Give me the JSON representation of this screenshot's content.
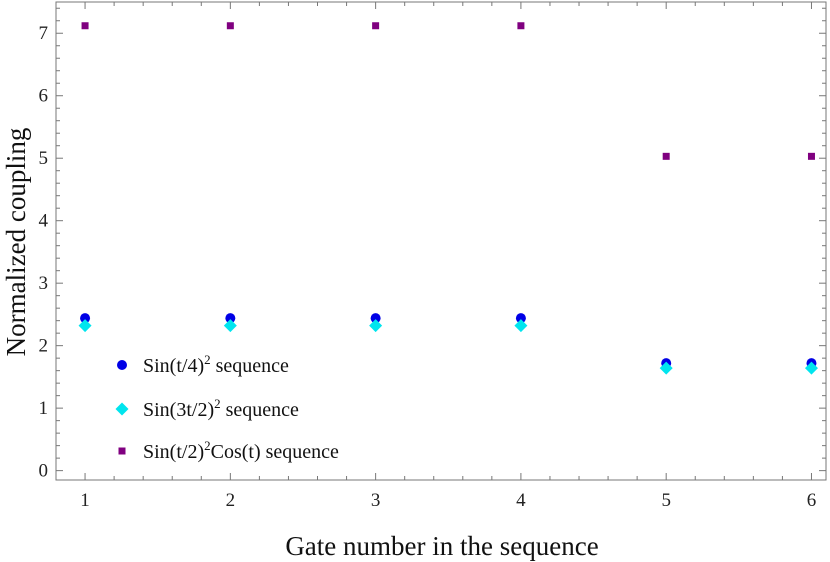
{
  "chart_data": {
    "type": "scatter",
    "xlabel": "Gate number in the sequence",
    "ylabel": "Normalized coupling",
    "xlim": [
      0.8,
      6.1
    ],
    "ylim": [
      -0.15,
      7.5
    ],
    "x_ticks": [
      1,
      2,
      3,
      4,
      5,
      6
    ],
    "y_ticks": [
      0,
      1,
      2,
      3,
      4,
      5,
      6,
      7
    ],
    "grid": false,
    "legend_position": "bottom-left",
    "series": [
      {
        "name_parts": [
          "Sin(t/4)",
          "2",
          " sequence"
        ],
        "marker": "circle",
        "color": "#0000e6",
        "x": [
          1,
          2,
          3,
          4,
          5,
          6
        ],
        "y": [
          2.44,
          2.44,
          2.44,
          2.44,
          1.72,
          1.72
        ]
      },
      {
        "name_parts": [
          "Sin(3t/2)",
          "2",
          " sequence"
        ],
        "marker": "diamond",
        "color": "#00e5ee",
        "x": [
          1,
          2,
          3,
          4,
          5,
          6
        ],
        "y": [
          2.32,
          2.32,
          2.32,
          2.32,
          1.64,
          1.64
        ]
      },
      {
        "name_parts": [
          "Sin(t/2)",
          "2",
          "Cos(t) sequence"
        ],
        "marker": "square",
        "color": "#800080",
        "x": [
          1,
          2,
          3,
          4,
          5,
          6
        ],
        "y": [
          7.12,
          7.12,
          7.12,
          7.12,
          5.03,
          5.03
        ]
      }
    ]
  }
}
